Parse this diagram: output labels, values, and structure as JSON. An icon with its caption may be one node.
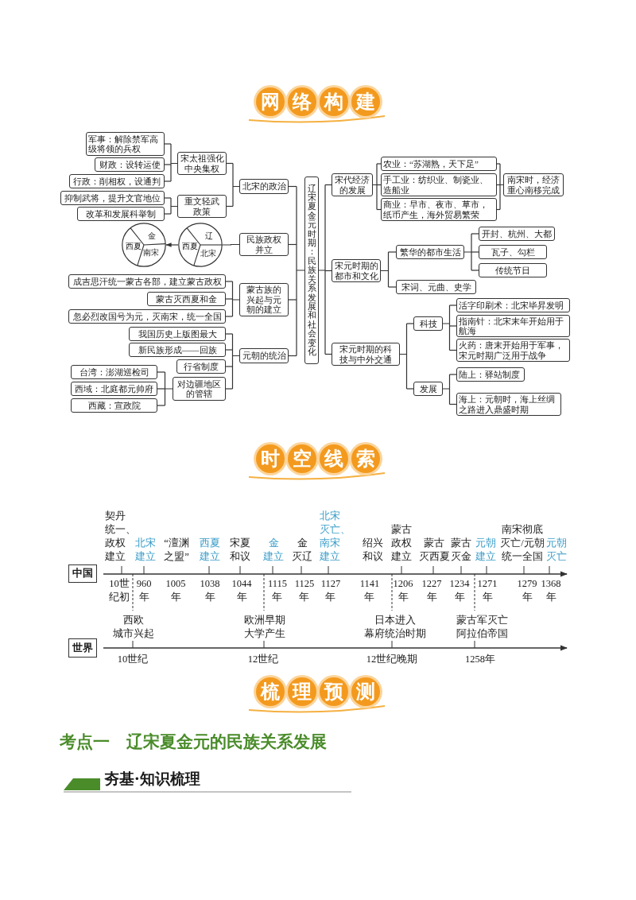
{
  "diagram": {
    "nodes": [
      {
        "text": [
          "辽宋夏金元时期：民族关系发展和社会变化"
        ]
      },
      {
        "text": [
          "北宋的政治"
        ]
      },
      {
        "text": [
          "宋太祖强化中央集权"
        ]
      },
      {
        "text": [
          "军事：解除禁军高级将领的兵权"
        ]
      },
      {
        "text": [
          "财政：设转运使"
        ]
      },
      {
        "text": [
          "行政：削相权，设通判"
        ]
      },
      {
        "text": [
          "重文轻武政策"
        ]
      },
      {
        "text": [
          "抑制武将，提升文官地位"
        ]
      },
      {
        "text": [
          "改革和发展科举制"
        ]
      },
      {
        "text": [
          "民族政权并立"
        ]
      },
      {
        "text": [
          "辽",
          "西夏",
          "北宋"
        ]
      },
      {
        "text": [
          "金",
          "西夏",
          "南宋"
        ]
      },
      {
        "text": [
          "蒙古族的兴起与元朝的建立"
        ]
      },
      {
        "text": [
          "成吉思汗统一蒙古各部，建立蒙古政权"
        ]
      },
      {
        "text": [
          "蒙古灭西夏和金"
        ]
      },
      {
        "text": [
          "忽必烈改国号为元，灭南宋，统一全国"
        ]
      },
      {
        "text": [
          "元朝的统治"
        ]
      },
      {
        "text": [
          "我国历史上版图最大"
        ]
      },
      {
        "text": [
          "新民族形成——回族"
        ]
      },
      {
        "text": [
          "行省制度"
        ]
      },
      {
        "text": [
          "对边疆地区的管辖"
        ]
      },
      {
        "text": [
          "台湾：澎湖巡检司"
        ]
      },
      {
        "text": [
          "西域：北庭都元帅府"
        ]
      },
      {
        "text": [
          "西藏：宣政院"
        ]
      },
      {
        "text": [
          "宋代经济的发展"
        ]
      },
      {
        "text": [
          "农业：“苏湖熟，天下足”"
        ]
      },
      {
        "text": [
          "手工业：纺织业、制瓷业、造船业"
        ]
      },
      {
        "text": [
          "商业：早市、夜市、草市，纸币产生，海外贸易繁荣"
        ]
      },
      {
        "text": [
          "南宋时，经济重心南移完成"
        ]
      },
      {
        "text": [
          "宋元时期的都市和文化"
        ]
      },
      {
        "text": [
          "繁华的都市生活"
        ]
      },
      {
        "text": [
          "开封、杭州、大都"
        ]
      },
      {
        "text": [
          "瓦子、勾栏"
        ]
      },
      {
        "text": [
          "传统节日"
        ]
      },
      {
        "text": [
          "宋词、元曲、史学"
        ]
      },
      {
        "text": [
          "宋元时期的科技与中外交通"
        ]
      },
      {
        "text": [
          "科技"
        ]
      },
      {
        "text": [
          "活字印刷术：北宋毕昇发明"
        ]
      },
      {
        "text": [
          "指南针：北宋末年开始用于航海"
        ]
      },
      {
        "text": [
          "火药：唐末开始用于军事，宋元时期广泛用于战争"
        ]
      },
      {
        "text": [
          "发展"
        ]
      },
      {
        "text": [
          "陆上：驿站制度"
        ]
      },
      {
        "text": [
          "海上：元朝时，海上丝绸之路进入鼎盛时期"
        ]
      },
      {
        "text": [
          "中国"
        ]
      },
      {
        "text": [
          "世界"
        ]
      }
    ],
    "edges": [
      {
        "from": 0,
        "to": 1,
        "arrow": "none"
      },
      {
        "from": 1,
        "to": 2,
        "arrow": "none"
      },
      {
        "from": 2,
        "to": 3,
        "arrow": "none"
      },
      {
        "from": 2,
        "to": 4,
        "arrow": "none"
      },
      {
        "from": 2,
        "to": 5,
        "arrow": "none"
      },
      {
        "from": 1,
        "to": 6,
        "arrow": "none"
      },
      {
        "from": 6,
        "to": 7,
        "arrow": "none"
      },
      {
        "from": 6,
        "to": 8,
        "arrow": "none"
      },
      {
        "from": 0,
        "to": 9,
        "arrow": "none"
      },
      {
        "from": 9,
        "to": 10,
        "arrow": "none"
      },
      {
        "from": 10,
        "to": 11,
        "arrow": "to"
      },
      {
        "from": 0,
        "to": 12,
        "arrow": "none"
      },
      {
        "from": 12,
        "to": 13,
        "arrow": "none"
      },
      {
        "from": 12,
        "to": 14,
        "arrow": "none"
      },
      {
        "from": 12,
        "to": 15,
        "arrow": "none"
      },
      {
        "from": 0,
        "to": 16,
        "arrow": "none"
      },
      {
        "from": 16,
        "to": 17,
        "arrow": "none"
      },
      {
        "from": 16,
        "to": 18,
        "arrow": "none"
      },
      {
        "from": 16,
        "to": 19,
        "arrow": "none"
      },
      {
        "from": 16,
        "to": 20,
        "arrow": "none"
      },
      {
        "from": 20,
        "to": 21,
        "arrow": "none"
      },
      {
        "from": 20,
        "to": 22,
        "arrow": "none"
      },
      {
        "from": 20,
        "to": 23,
        "arrow": "none"
      },
      {
        "from": 0,
        "to": 24,
        "arrow": "none"
      },
      {
        "from": 24,
        "to": 25,
        "arrow": "none"
      },
      {
        "from": 24,
        "to": 26,
        "arrow": "none"
      },
      {
        "from": 24,
        "to": 27,
        "arrow": "none"
      },
      {
        "from": 25,
        "to": 28,
        "arrow": "none"
      },
      {
        "from": 26,
        "to": 28,
        "arrow": "none"
      },
      {
        "from": 27,
        "to": 28,
        "arrow": "none"
      },
      {
        "from": 0,
        "to": 29,
        "arrow": "none"
      },
      {
        "from": 29,
        "to": 30,
        "arrow": "none"
      },
      {
        "from": 30,
        "to": 31,
        "arrow": "none"
      },
      {
        "from": 30,
        "to": 32,
        "arrow": "none"
      },
      {
        "from": 30,
        "to": 33,
        "arrow": "none"
      },
      {
        "from": 29,
        "to": 34,
        "arrow": "none"
      },
      {
        "from": 0,
        "to": 35,
        "arrow": "none"
      },
      {
        "from": 35,
        "to": 36,
        "arrow": "none"
      },
      {
        "from": 36,
        "to": 37,
        "arrow": "none"
      },
      {
        "from": 36,
        "to": 38,
        "arrow": "none"
      },
      {
        "from": 36,
        "to": 39,
        "arrow": "none"
      },
      {
        "from": 35,
        "to": 40,
        "arrow": "none"
      },
      {
        "from": 40,
        "to": 41,
        "arrow": "none"
      },
      {
        "from": 40,
        "to": 42,
        "arrow": "none"
      }
    ],
    "labels": [
      "网络构建",
      "时空线索",
      "契丹统一、政权建立",
      "北宋建立",
      "“澶渊之盟”",
      "西夏建立",
      "宋夏和议",
      "金建立",
      "金灭辽",
      "北宋灭亡、南宋建立",
      "绍兴和议",
      "蒙古政权建立",
      "蒙古灭西夏",
      "蒙古灭金",
      "元朝建立",
      "南宋彻底灭亡/元朝统一全国",
      "元朝灭亡",
      "10世纪初",
      "960年",
      "1005年",
      "1038年",
      "1044年",
      "1115年",
      "1125年",
      "1127年",
      "1141年",
      "1206年",
      "1227年",
      "1234年",
      "1271年",
      "1279年",
      "1368年",
      "西欧城市兴起",
      "欧洲早期大学产生",
      "日本进入幕府统治时期",
      "蒙古军灭亡阿拉伯帝国",
      "10世纪",
      "12世纪",
      "12世纪晚期",
      "1258年",
      "梳理预测",
      "考点一　辽宋夏金元的民族关系发展",
      "夯基·知识梳理"
    ]
  }
}
